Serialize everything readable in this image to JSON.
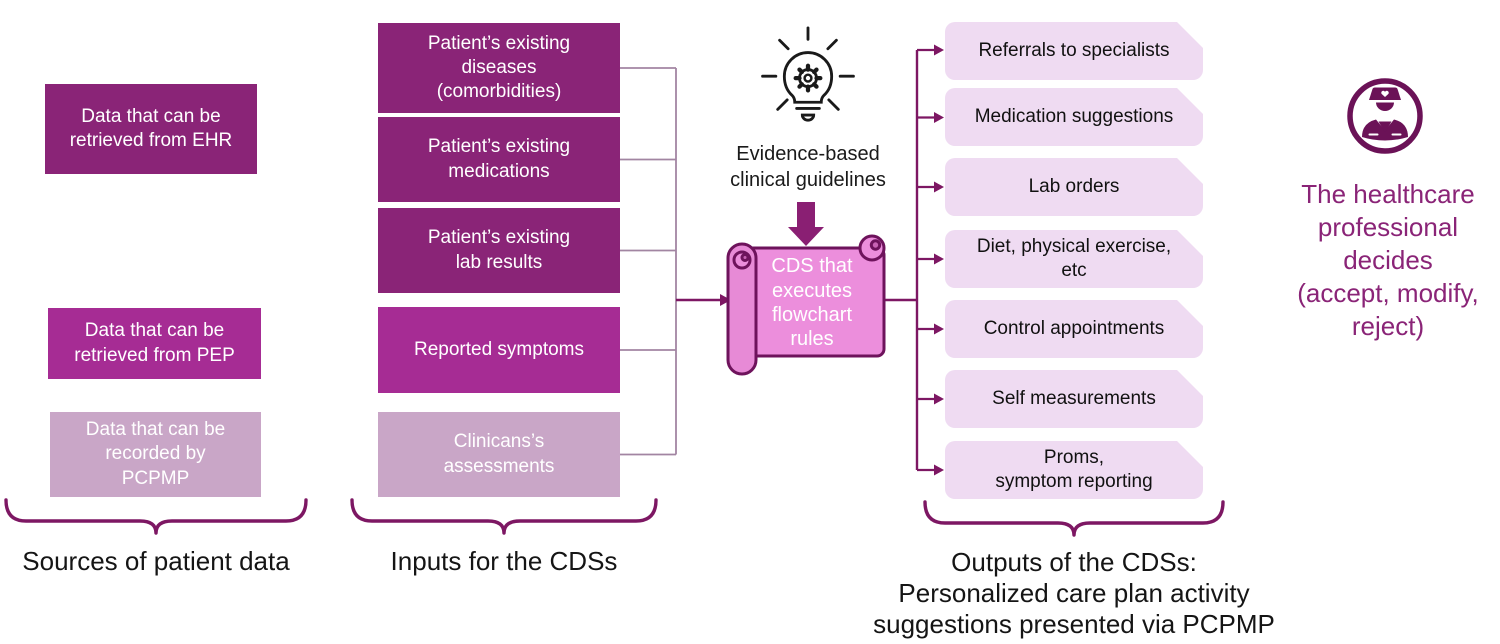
{
  "colors": {
    "dark_box": "#8A2477",
    "magenta_box": "#A62C94",
    "light_box": "#C9A6C7",
    "output_box": "#EFDBF2",
    "scroll_fill": "#EC8EDC",
    "scroll_border": "#6E135C",
    "connector_deep": "#7D1763",
    "connector_thin": "#A285A2",
    "purple_text": "#8A2477"
  },
  "sources": {
    "caption": "Sources of patient data",
    "boxes": [
      {
        "label": "Data that can be\nretrieved from EHR"
      },
      {
        "label": "Data that can be\nretrieved from PEP"
      },
      {
        "label": "Data that can be\nrecorded by\nPCPMP"
      }
    ]
  },
  "inputs": {
    "caption": "Inputs for the CDSs",
    "boxes": [
      {
        "label": "Patient’s existing\ndiseases\n(comorbidities)"
      },
      {
        "label": "Patient’s existing\nmedications"
      },
      {
        "label": "Patient’s existing\nlab results"
      },
      {
        "label": "Reported symptoms"
      },
      {
        "label": "Clinicans’s\nassessments"
      }
    ]
  },
  "engine": {
    "guidelines_label": "Evidence-based\nclinical guidelines",
    "cds_label": "CDS that\nexecutes\nflowchart\nrules"
  },
  "outputs": {
    "caption": "Outputs of the CDSs:\nPersonalized care plan activity\nsuggestions presented via PCPMP",
    "items": [
      "Referrals to specialists",
      "Medication suggestions",
      "Lab orders",
      "Diet, physical exercise,\netc",
      "Control appointments",
      "Self measurements",
      "Proms,\nsymptom reporting"
    ]
  },
  "decision": {
    "text": "The healthcare\nprofessional\ndecides\n(accept, modify,\nreject)"
  }
}
